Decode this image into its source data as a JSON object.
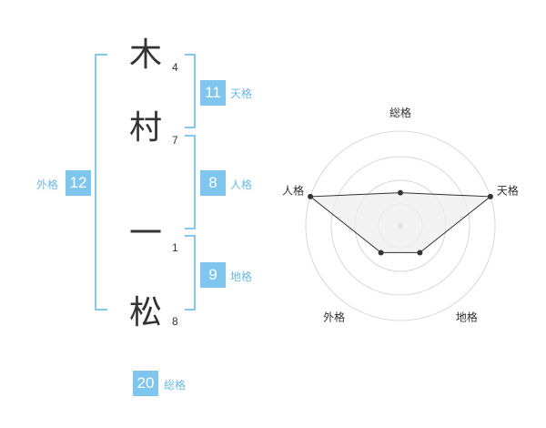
{
  "name_chars": [
    {
      "char": "木",
      "strokes": "4"
    },
    {
      "char": "村",
      "strokes": "7"
    },
    {
      "char": "一",
      "strokes": "1"
    },
    {
      "char": "松",
      "strokes": "8"
    }
  ],
  "kakusu": {
    "tenkaku": {
      "value": "11",
      "label": "天格"
    },
    "jinkaku": {
      "value": "8",
      "label": "人格"
    },
    "chikaku": {
      "value": "9",
      "label": "地格"
    },
    "gaikaku": {
      "value": "12",
      "label": "外格"
    },
    "soukaku": {
      "value": "20",
      "label": "総格"
    }
  },
  "colors": {
    "accent": "#7fc6ee",
    "bracket": "#87c9ee",
    "label": "#6db9e6",
    "text": "#333333",
    "grid": "#d8d8d8"
  },
  "chart_data": {
    "type": "radar",
    "axes": [
      "総格",
      "天格",
      "地格",
      "外格",
      "人格"
    ],
    "values": [
      0.35,
      1.0,
      0.35,
      0.35,
      1.0
    ],
    "rings": 4,
    "grid": true
  }
}
